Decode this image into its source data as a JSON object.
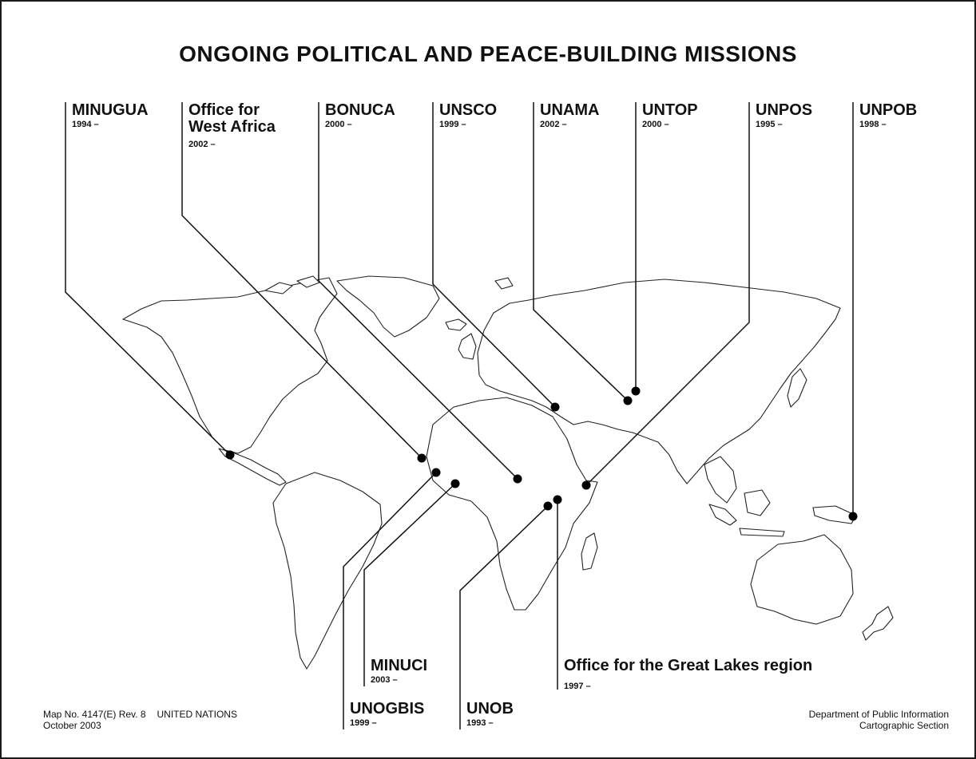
{
  "title": "ONGOING POLITICAL AND PEACE-BUILDING MISSIONS",
  "missions": [
    {
      "id": "minugua",
      "name": "MINUGUA",
      "year": "1994 –"
    },
    {
      "id": "owa",
      "name_line1": "Office for",
      "name_line2": "West Africa",
      "year": "2002 –"
    },
    {
      "id": "bonuca",
      "name": "BONUCA",
      "year": "2000 –"
    },
    {
      "id": "unsco",
      "name": "UNSCO",
      "year": "1999 –"
    },
    {
      "id": "unama",
      "name": "UNAMA",
      "year": "2002 –"
    },
    {
      "id": "untop",
      "name": "UNTOP",
      "year": "2000 –"
    },
    {
      "id": "unpos",
      "name": "UNPOS",
      "year": "1995 –"
    },
    {
      "id": "unpob",
      "name": "UNPOB",
      "year": "1998 –"
    },
    {
      "id": "minuci",
      "name": "MINUCI",
      "year": "2003 –"
    },
    {
      "id": "unogbis",
      "name": "UNOGBIS",
      "year": "1999 –"
    },
    {
      "id": "unob",
      "name": "UNOB",
      "year": "1993 –"
    },
    {
      "id": "oglr",
      "name": "Office for the Great Lakes region",
      "year": "1997 –"
    }
  ],
  "footer": {
    "map_no": "Map No. 4147(E) Rev. 8",
    "org": "UNITED NATIONS",
    "date": "October 2003",
    "dept": "Department of Public Information",
    "section": "Cartographic Section"
  },
  "colors": {
    "land": "#ffffff",
    "outline": "#222222",
    "marker": "#000000"
  }
}
